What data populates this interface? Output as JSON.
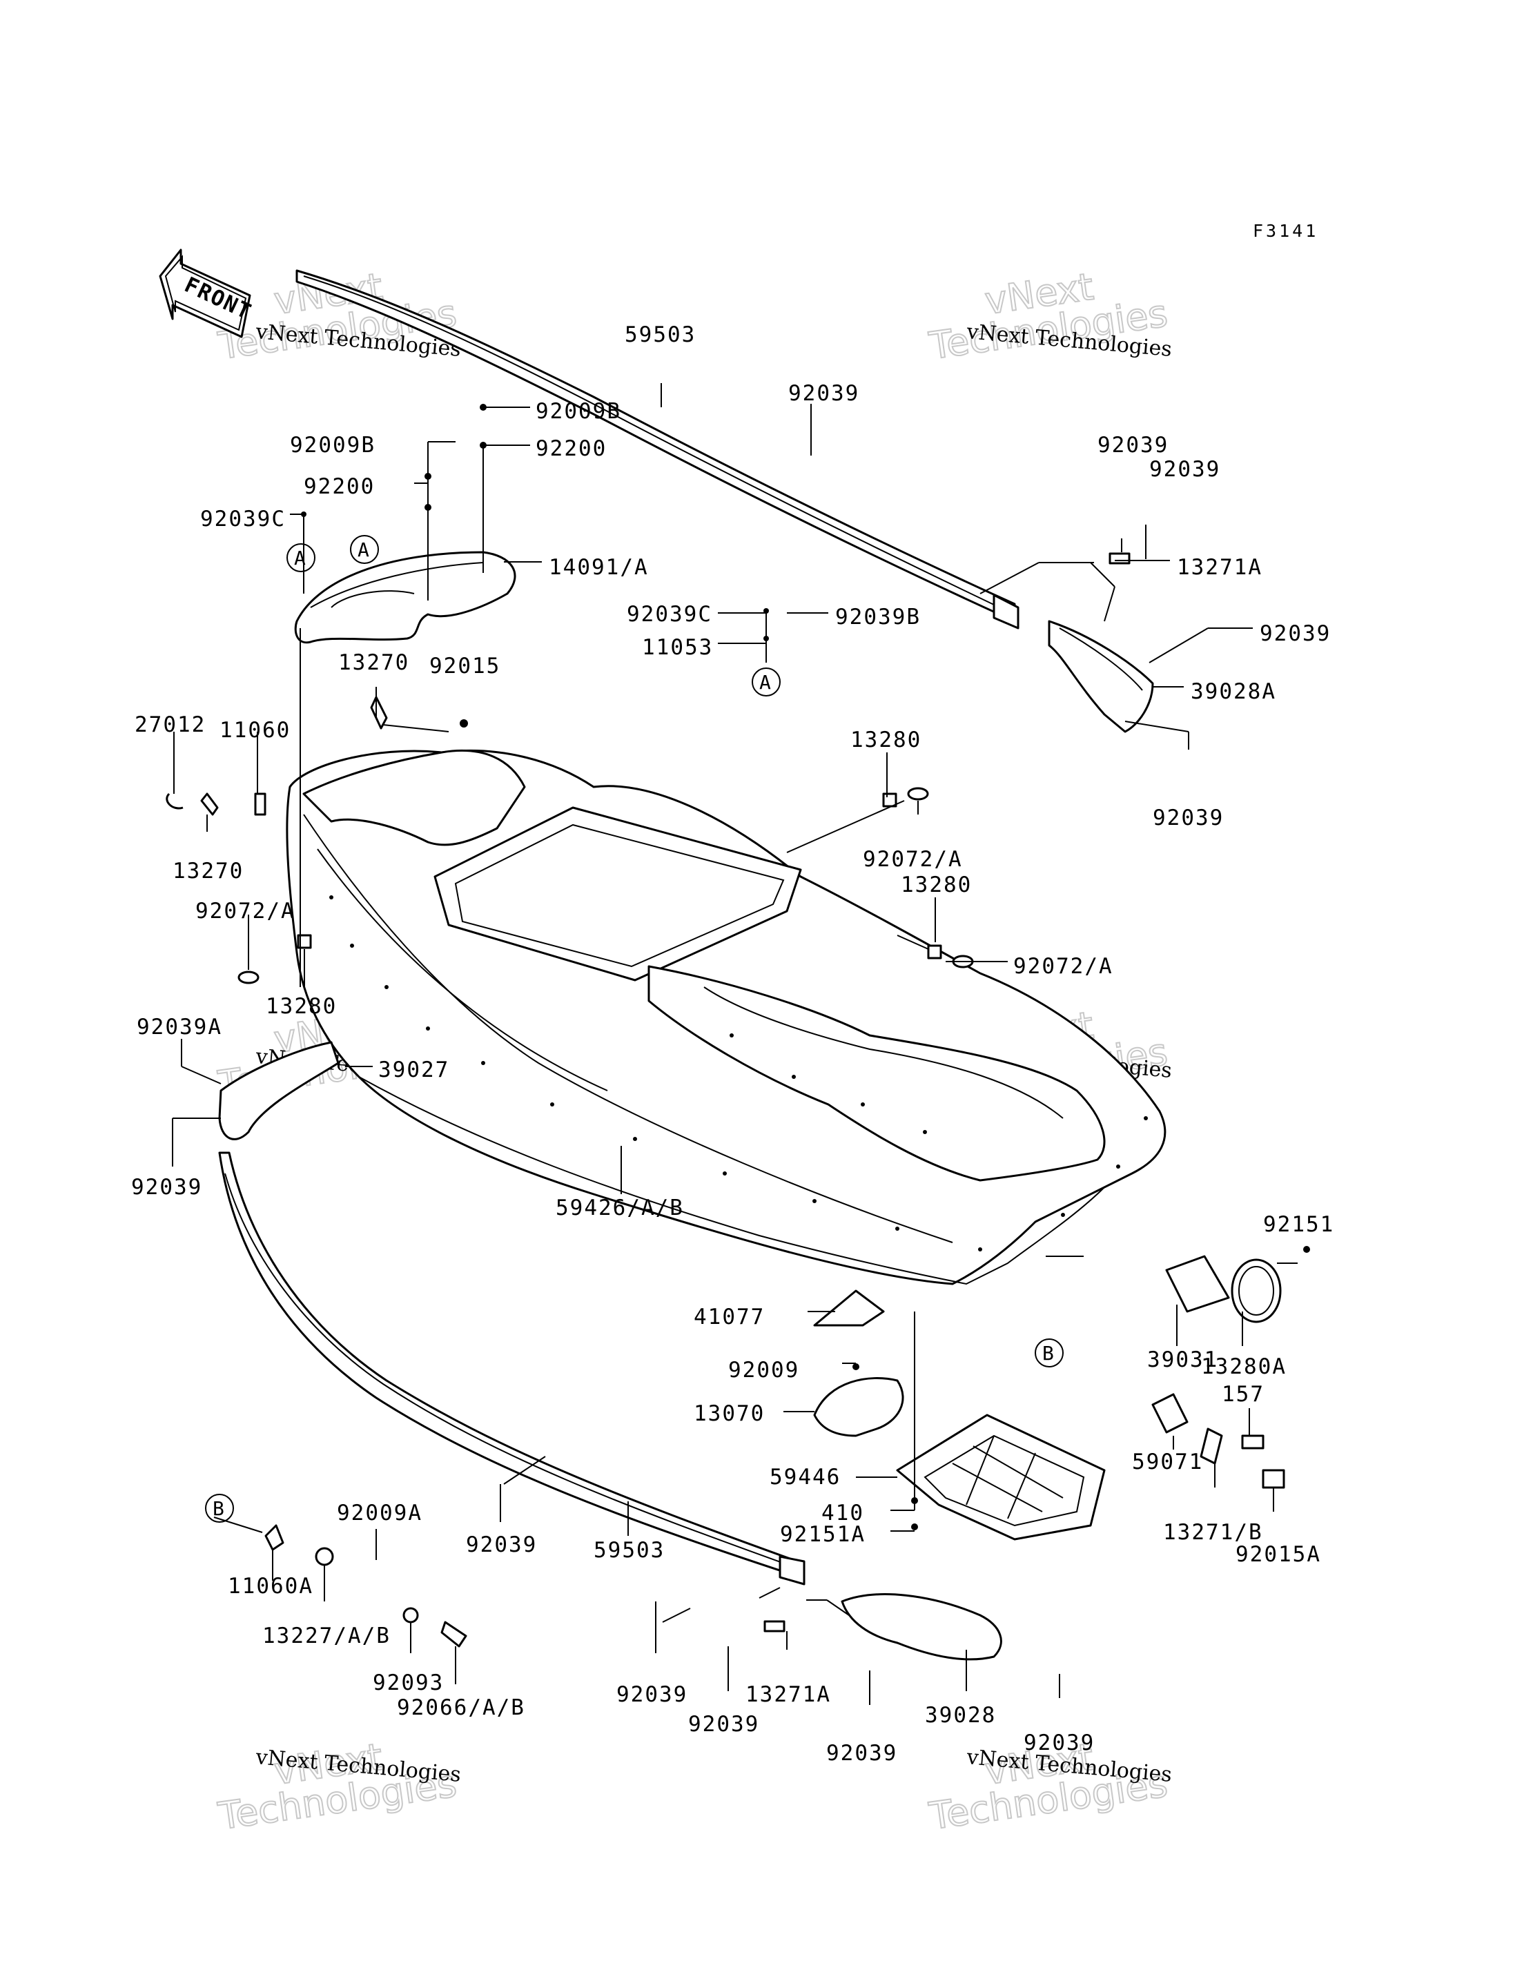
{
  "figure_id": "F3141",
  "front_arrow": "FRONT",
  "watermark": {
    "line1": "vNext Technologies",
    "big1": "vNext",
    "big2": "Technologies"
  },
  "ref_a": "A",
  "ref_b": "B",
  "labels": {
    "p59503_top": "59503",
    "p92039_top": "92039",
    "p92009B_r": "92009B",
    "p92200_r": "92200",
    "p92009B_l": "92009B",
    "p92200_l": "92200",
    "p92039C_l": "92039C",
    "p14091A": "14091/A",
    "p92039_tr1": "92039",
    "p92039_tr2": "92039",
    "p13271A_tr": "13271A",
    "p92039C_m": "92039C",
    "p92039B_m": "92039B",
    "p11053": "11053",
    "p92039_r1": "92039",
    "p39028A": "39028A",
    "p92039_r2": "92039",
    "p13270_t": "13270",
    "p92015": "92015",
    "p27012": "27012",
    "p11060": "11060",
    "p13270_b": "13270",
    "p13280_t": "13280",
    "p92072A_t": "92072/A",
    "p13280_m": "13280",
    "p92072A_r": "92072/A",
    "p92072A_l": "92072/A",
    "p13280_l": "13280",
    "p92039A": "92039A",
    "p39027": "39027",
    "p92039_l": "92039",
    "p59426": "59426/A/B",
    "p92151": "92151",
    "p39031": "39031",
    "p13280A": "13280A",
    "p41077": "41077",
    "p92009": "92009",
    "p13070": "13070",
    "p157": "157",
    "p59071": "59071",
    "p13271B": "13271/B",
    "p92015A": "92015A",
    "p59446": "59446",
    "p410": "410",
    "p92151A": "92151A",
    "p92009A": "92009A",
    "p11060A": "11060A",
    "p13227": "13227/A/B",
    "p92093": "92093",
    "p92066": "92066/A/B",
    "p92039_bm": "92039",
    "p59503_b": "59503",
    "p92039_b1": "92039",
    "p13271A_b": "13271A",
    "p92039_b2": "92039",
    "p92039_b3": "92039",
    "p39028": "39028",
    "p92039_b4": "92039"
  }
}
